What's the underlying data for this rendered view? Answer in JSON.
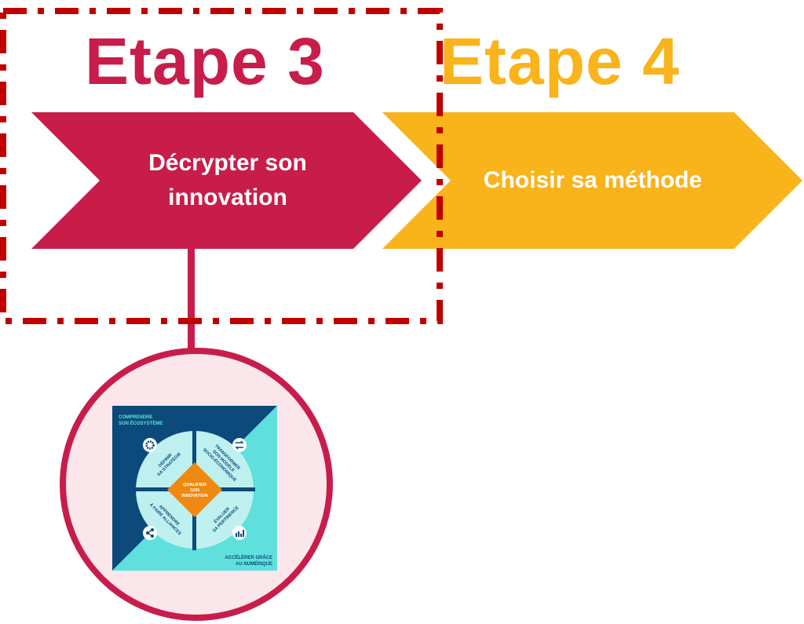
{
  "colors": {
    "crimson": "#c81d4b",
    "yellow": "#f9b31b",
    "dash": "#c00000",
    "circle_fill": "#fbe6eb",
    "navy": "#0b4a7a",
    "cyan": "#5fe0dc",
    "light": "#bff0f0",
    "orange": "#ee8a12"
  },
  "step3": {
    "title": "Etape 3",
    "line1": "Décrypter  son",
    "line2": "innovation"
  },
  "step4": {
    "title": "Etape 4",
    "label": "Choisir  sa méthode"
  },
  "wheel": {
    "corner_top": [
      "COMPRENDRE",
      "SON ÉCOSYSTÈME"
    ],
    "corner_bottom": [
      "ACCÉLÉRER GRÂCE",
      "AU NUMÉRIQUE"
    ],
    "center": [
      "QUALIFIER",
      "SON",
      "INNOVATION"
    ],
    "q1": [
      "DÉFINIR",
      "SA STRATÉGIE"
    ],
    "q2": [
      "TRANSFORMER",
      "SON MODÈLE",
      "SOCIO-ÉCONOMIQUE"
    ],
    "q3": [
      "APPRENDRE",
      "À FAIRE ALLIANCES"
    ],
    "q4": [
      "ÉVALUER",
      "SA PERTINENCE"
    ],
    "icons": [
      "gear-icon",
      "swap-arrows-icon",
      "share-icon",
      "bar-chart-icon"
    ]
  }
}
